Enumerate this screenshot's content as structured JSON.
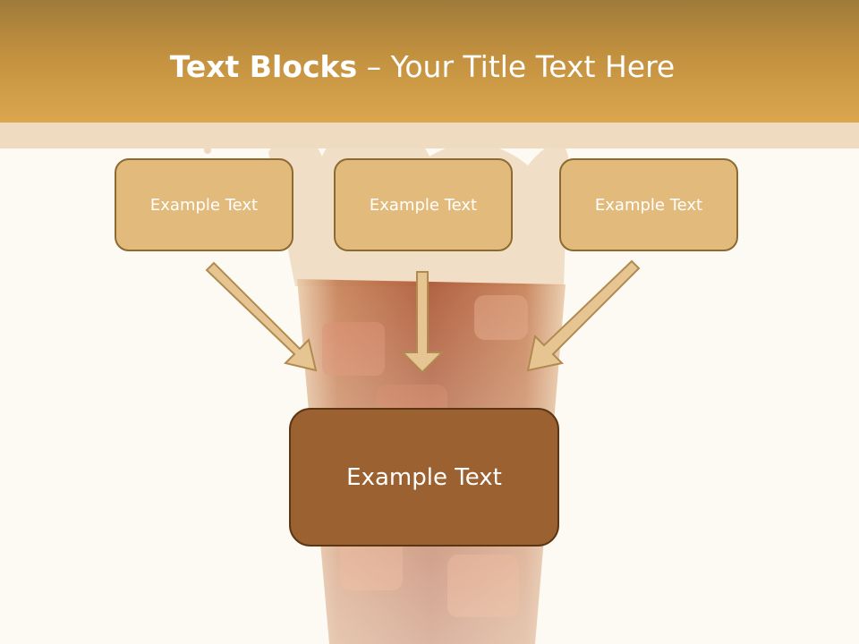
{
  "title": {
    "bold": "Text Blocks",
    "separator": " – ",
    "rest": "Your Title Text Here"
  },
  "boxes": {
    "left": "Example Text",
    "center": "Example Text",
    "right": "Example Text",
    "target": "Example Text"
  },
  "colors": {
    "header_top": "#9f7a3a",
    "header_bottom": "#dca64f",
    "small_box_fill": "#e2bb7c",
    "small_box_border": "#8c6a30",
    "target_box_fill": "#9b6130",
    "arrow_fill": "#e6c592",
    "arrow_stroke": "#b08a4f"
  }
}
